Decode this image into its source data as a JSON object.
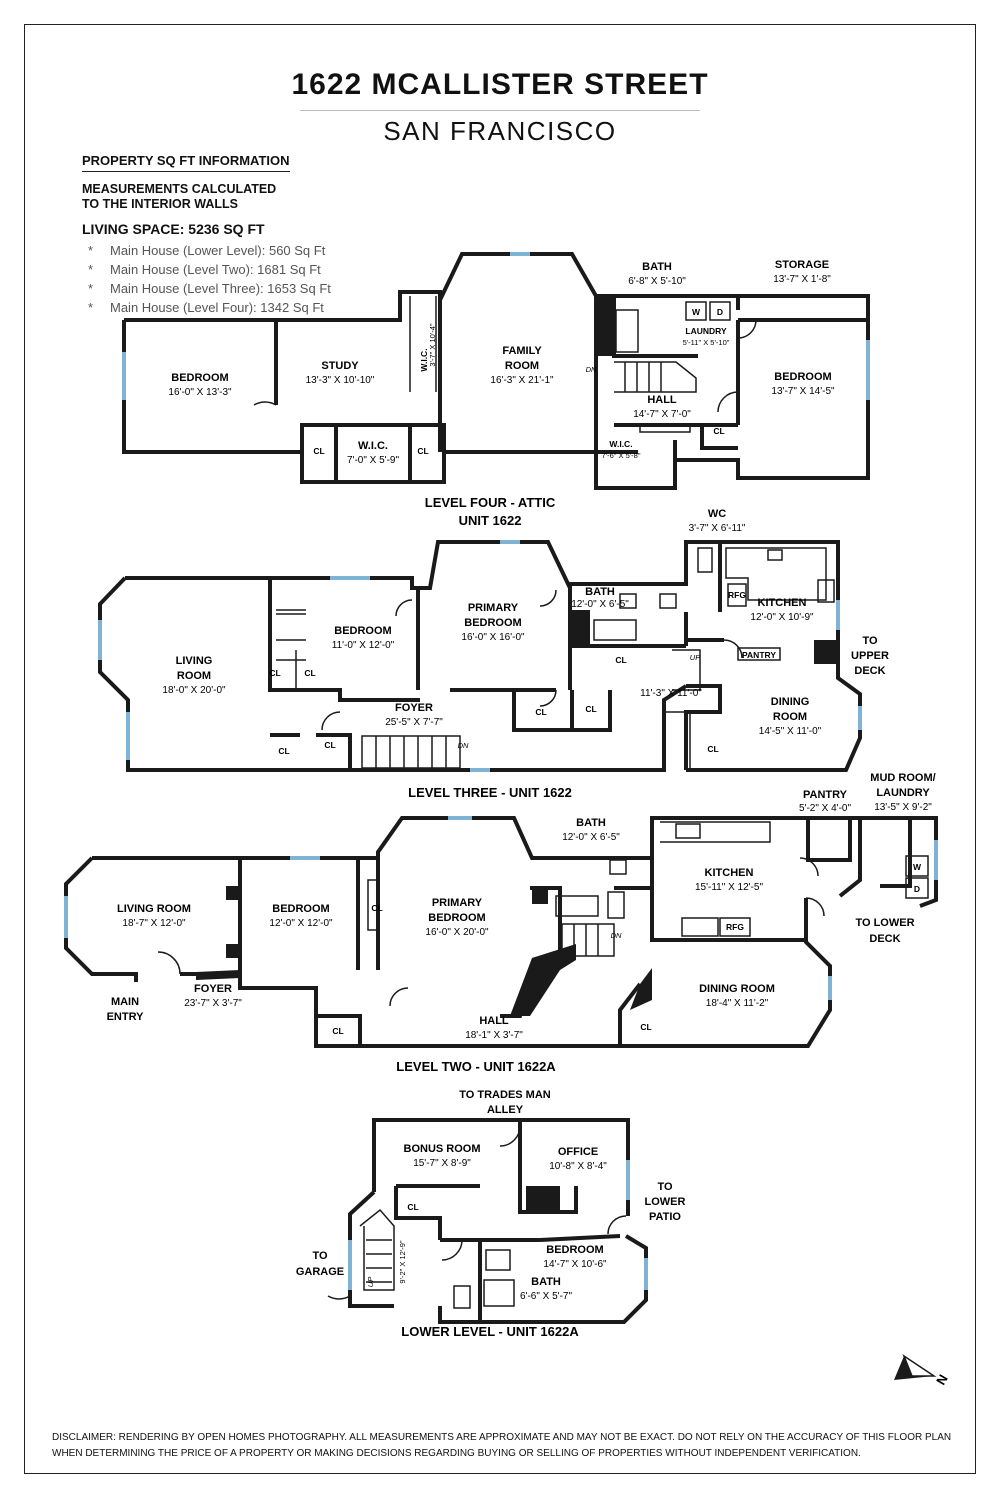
{
  "header": {
    "title": "1622 MCALLISTER STREET",
    "subtitle": "SAN FRANCISCO"
  },
  "info": {
    "heading": "PROPERTY SQ FT INFORMATION",
    "measurements_line1": "MEASUREMENTS CALCULATED",
    "measurements_line2": "TO THE INTERIOR WALLS",
    "living_space": "LIVING SPACE: 5236 SQ FT",
    "levels": [
      "Main House (Lower Level):   560 Sq Ft",
      "Main House (Level Two):   1681 Sq Ft",
      "Main House (Level Three):   1653 Sq Ft",
      "Main House (Level Four):   1342 Sq Ft"
    ]
  },
  "level_four": {
    "caption_line1": "LEVEL FOUR - ATTIC",
    "caption_line2": "UNIT 1622",
    "bedroom_west": {
      "name": "BEDROOM",
      "dim": "16'-0\" X 13'-3\""
    },
    "study": {
      "name": "STUDY",
      "dim": "13'-3\" X 10'-10\""
    },
    "wic_tall": {
      "name": "W.I.C.",
      "dim": "3'-7\" X 10'-4\""
    },
    "wic_small": {
      "name": "W.I.C.",
      "dim": "7'-0\" X 5'-9\""
    },
    "family": {
      "line1": "FAMILY",
      "line2": "ROOM",
      "dim": "16'-3\" X 21'-1\""
    },
    "bath": {
      "name": "BATH",
      "dim": "6'-8\" X 5'-10\""
    },
    "laundry": {
      "name": "LAUNDRY",
      "dim": "5'-11\" X 5'-10\""
    },
    "storage": {
      "name": "STORAGE",
      "dim": "13'-7\" X 1'-8\""
    },
    "bedroom_east": {
      "name": "BEDROOM",
      "dim": "13'-7\" X 14'-5\""
    },
    "hall": {
      "name": "HALL",
      "dim": "14'-7\" X 7'-0\""
    },
    "wic_hall": {
      "name": "W.I.C.",
      "dim": "7'-6\" X 5'-8\""
    },
    "cl": "CL",
    "dn": "DN",
    "washer": "W",
    "dryer": "D"
  },
  "level_three": {
    "caption": "LEVEL THREE - UNIT 1622",
    "living": {
      "line1": "LIVING",
      "line2": "ROOM",
      "dim": "18'-0\" X 20'-0\""
    },
    "bedroom": {
      "name": "BEDROOM",
      "dim": "11'-0\" X 12'-0\""
    },
    "primary": {
      "line1": "PRIMARY",
      "line2": "BEDROOM",
      "dim": "16'-0\" X 16'-0\""
    },
    "bath": {
      "name": "BATH",
      "dim": "12'-0\" X 6'-5\""
    },
    "wc": {
      "name": "WC",
      "dim": "3'-7\" X 6'-11\""
    },
    "kitchen": {
      "name": "KITCHEN",
      "dim": "12'-0\" X 10'-9\""
    },
    "refrigerator": "RFG",
    "pantry": "PANTRY",
    "to_upper_deck": [
      "TO",
      "UPPER",
      "DECK"
    ],
    "foyer": {
      "name": "FOYER",
      "dim": "25'-5\" X 7'-7\""
    },
    "back_hall_dim": "11'-3\" X 11'-0\"",
    "dining": {
      "line1": "DINING",
      "line2": "ROOM",
      "dim": "14'-5\" X 11'-0\""
    },
    "cl": "CL",
    "up": "UP",
    "dn": "DN"
  },
  "level_two": {
    "caption": "LEVEL TWO - UNIT 1622A",
    "living": {
      "name": "LIVING ROOM",
      "dim": "18'-7\" X 12'-0\""
    },
    "bedroom": {
      "name": "BEDROOM",
      "dim": "12'-0\" X 12'-0\""
    },
    "primary": {
      "line1": "PRIMARY",
      "line2": "BEDROOM",
      "dim": "16'-0\" X 20'-0\""
    },
    "bath": {
      "name": "BATH",
      "dim": "12'-0\" X 6'-5\""
    },
    "kitchen": {
      "name": "KITCHEN",
      "dim": "15'-11\" X 12'-5\""
    },
    "pantry": {
      "name": "PANTRY",
      "dim": "5'-2\" X 4'-0\""
    },
    "mud": {
      "line1": "MUD ROOM/",
      "line2": "LAUNDRY",
      "dim": "13'-5\" X 9'-2\""
    },
    "to_lower_deck": [
      "TO LOWER",
      "DECK"
    ],
    "refrigerator": "RFG",
    "foyer": {
      "name": "FOYER",
      "dim": "23'-7\" X 3'-7\""
    },
    "main_entry": [
      "MAIN",
      "ENTRY"
    ],
    "hall": {
      "name": "HALL",
      "dim": "18'-1\" X 3'-7\""
    },
    "dining": {
      "name": "DINING ROOM",
      "dim": "18'-4\" X 11'-2\""
    },
    "cl": "CL",
    "dn": "DN",
    "washer": "W",
    "dryer": "D"
  },
  "lower_level": {
    "caption": "LOWER LEVEL - UNIT 1622A",
    "to_alley": [
      "TO TRADES MAN",
      "ALLEY"
    ],
    "bonus": {
      "name": "BONUS ROOM",
      "dim": "15'-7\" X 8'-9\""
    },
    "office": {
      "name": "OFFICE",
      "dim": "10'-8\" X 8'-4\""
    },
    "to_patio": [
      "TO",
      "LOWER",
      "PATIO"
    ],
    "bedroom": {
      "name": "BEDROOM",
      "dim": "14'-7\" X 10'-6\""
    },
    "bath": {
      "name": "BATH",
      "dim": "6'-6\" X 5'-7\""
    },
    "to_garage": [
      "TO",
      "GARAGE"
    ],
    "stair_dim": "9'-2\" X 12'-9\"",
    "cl": "CL",
    "up": "UP"
  },
  "compass": {
    "letter": "N"
  },
  "disclaimer": {
    "line1": "DISCLAIMER: RENDERING BY OPEN HOMES PHOTOGRAPHY. ALL MEASUREMENTS ARE APPROXIMATE AND MAY NOT BE EXACT. DO NOT RELY ON THE ACCURACY OF THIS FLOOR PLAN",
    "line2": "WHEN DETERMINING THE PRICE OF A PROPERTY OR MAKING DECISIONS REGARDING BUYING OR SELLING OF PROPERTIES WITHOUT INDEPENDENT VERIFICATION."
  },
  "colors": {
    "wall": "#1a1a1a",
    "window": "#7fb3d5",
    "text": "#111111"
  }
}
